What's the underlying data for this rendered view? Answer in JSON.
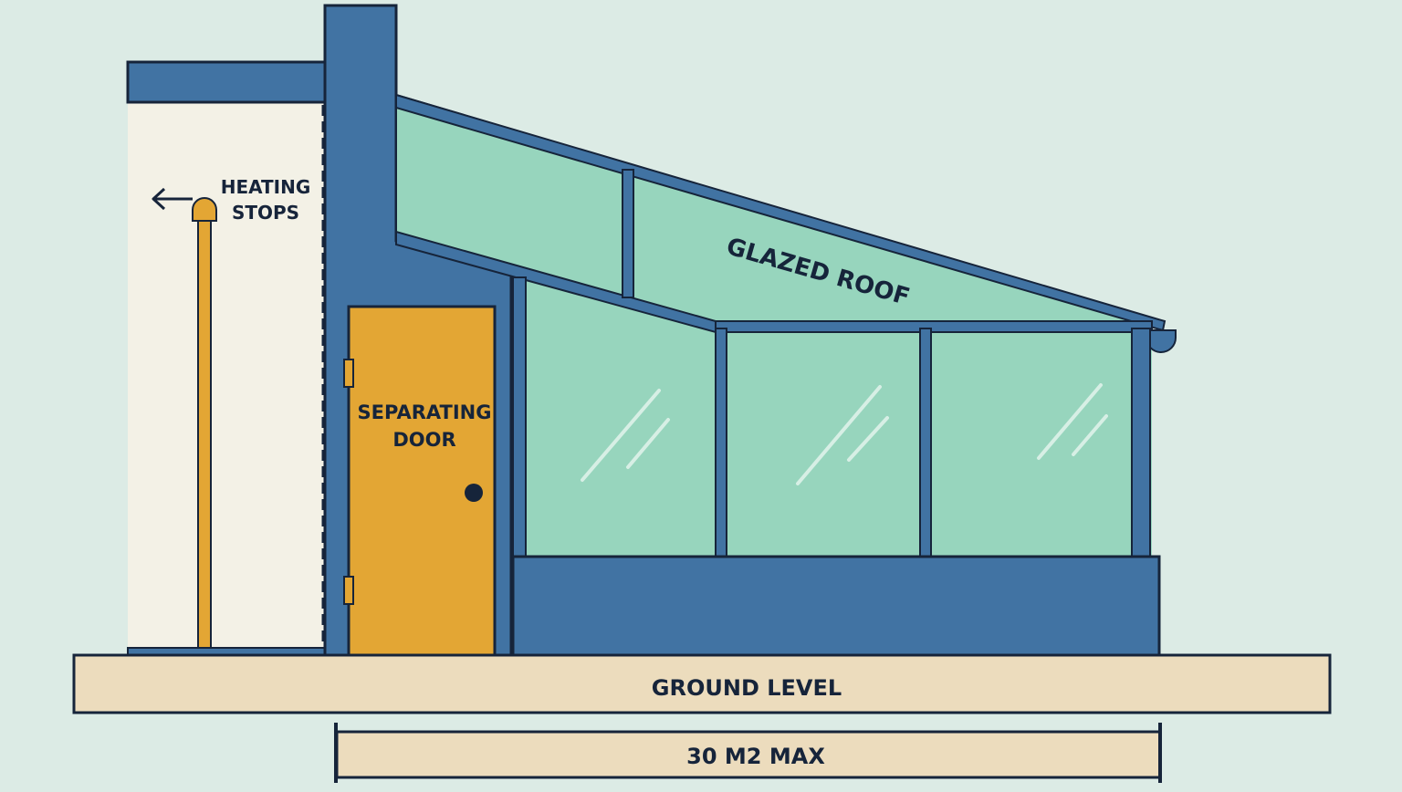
{
  "labels": {
    "heating_line1": "HEATING",
    "heating_line2": "STOPS",
    "door_line1": "SEPARATING",
    "door_line2": "DOOR",
    "roof": "GLAZED ROOF",
    "ground": "GROUND LEVEL",
    "max_area": "30 M2 MAX"
  },
  "colors": {
    "background": "#dcebe5",
    "house_wall": "#f3f1e6",
    "structure_blue": "#4173a3",
    "glass": "#97d5bd",
    "door": "#e3a634",
    "ground": "#ecdcbd",
    "outline": "#16243a"
  },
  "icons": {
    "heating": "heating-pipe-icon",
    "arrow": "arrow-left-icon",
    "door_handle": "door-knob-icon"
  }
}
